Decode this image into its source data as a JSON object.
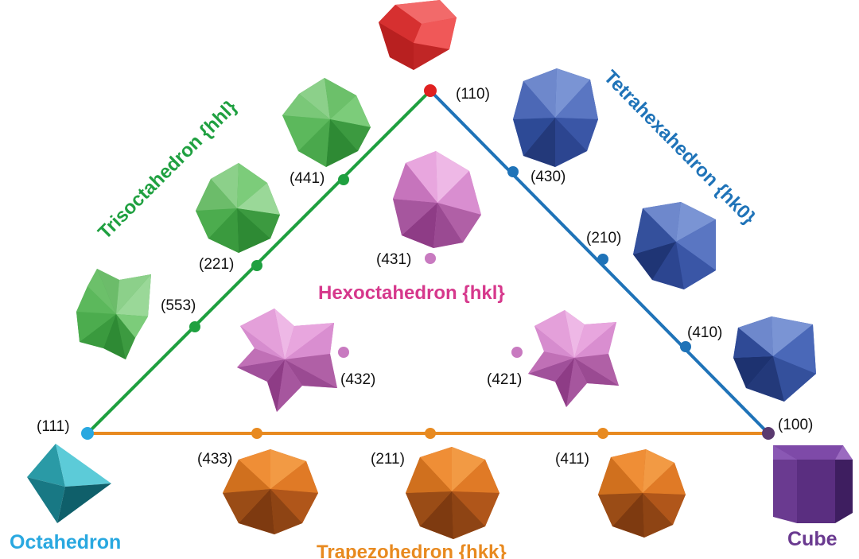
{
  "colors": {
    "trisoctahedron": "#1fa040",
    "tetrahexahedron": "#1f73b8",
    "hexoctahedron": "#d6388c",
    "trapezohedron": "#e88a20",
    "octahedron": "#29a8e0",
    "cube": "#6a3a90",
    "vertex_110": "#e02020",
    "vertex_111": "#29a8e0",
    "vertex_100": "#5a3a70",
    "hkl_dot": "#c87ac0"
  },
  "families": {
    "trisoctahedron": "Trisoctahedron {hhl}",
    "tetrahexahedron": "Tetrahexahedron {hk0}",
    "hexoctahedron": "Hexoctahedron {hkl}",
    "trapezohedron": "Trapezohedron {hkk}"
  },
  "corners": {
    "octahedron": "Octahedron",
    "cube": "Cube"
  },
  "vertices": {
    "v110": "(110)",
    "v111": "(111)",
    "v100": "(100)"
  },
  "indices": {
    "i441": "(441)",
    "i221": "(221)",
    "i553": "(553)",
    "i430": "(430)",
    "i210": "(210)",
    "i410": "(410)",
    "i433": "(433)",
    "i211": "(211)",
    "i411": "(411)",
    "i431": "(431)",
    "i432": "(432)",
    "i421": "(421)"
  },
  "icons": {
    "top": "rhombic-dodecahedron-icon",
    "octahedron": "octahedron-icon",
    "cube": "cube-icon",
    "trisoctahedron": "trisoctahedron-icon",
    "tetrahexahedron": "tetrahexahedron-icon",
    "hexoctahedron": "hexoctahedron-icon",
    "trapezohedron": "trapezohedron-icon"
  }
}
